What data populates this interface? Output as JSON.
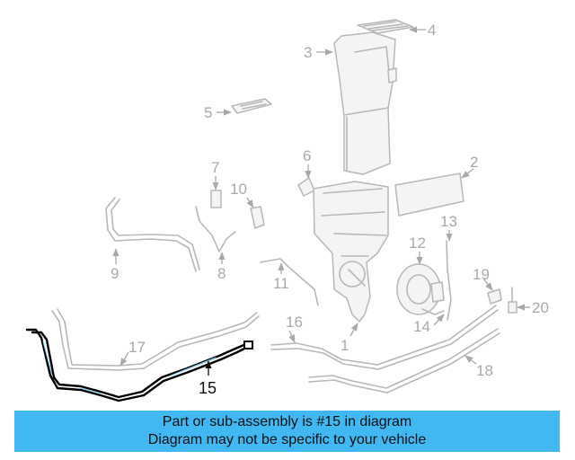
{
  "diagram": {
    "callouts": {
      "c1": "1",
      "c2": "2",
      "c3": "3",
      "c4": "4",
      "c5": "5",
      "c6": "6",
      "c7": "7",
      "c8": "8",
      "c9": "9",
      "c10": "10",
      "c11": "11",
      "c12": "12",
      "c13": "13",
      "c14": "14",
      "c15": "15",
      "c16": "16",
      "c17": "17",
      "c18": "18",
      "c19": "19",
      "c20": "20"
    },
    "highlighted_part": "15",
    "colors": {
      "highlight": "#000000",
      "parts": "#b8b8b8",
      "banner": "#42b8f2"
    }
  },
  "banner": {
    "line1": "Part or sub-assembly is #15 in diagram",
    "line2": "Diagram may not be specific to your vehicle"
  }
}
